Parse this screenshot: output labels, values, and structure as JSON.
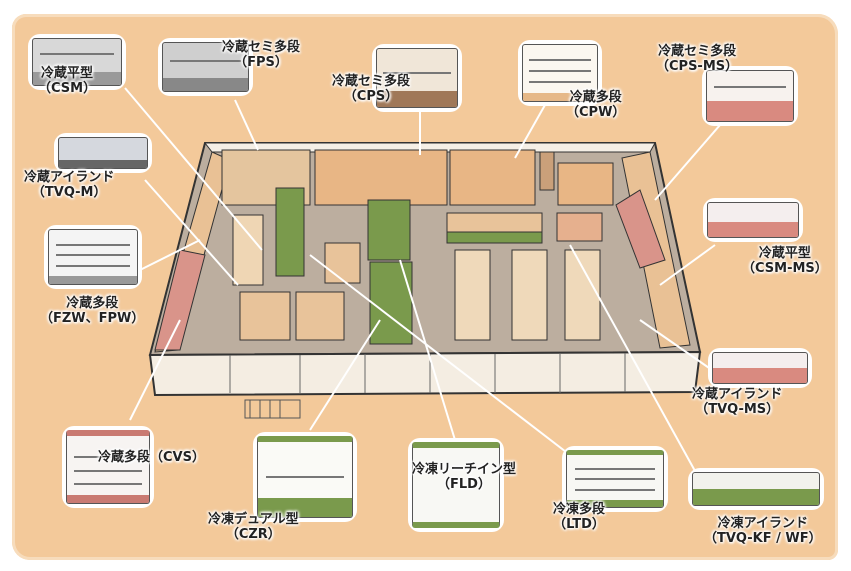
{
  "colors": {
    "background": "#f3c99a",
    "wood": "#e6b888",
    "frozen_green": "#7a9a4c",
    "chilled_pink": "#d98a80",
    "floor": "#b9a99a"
  },
  "callouts": [
    {
      "id": "csm",
      "name": "冷蔵平型",
      "model": "（CSM）",
      "tone": "gray"
    },
    {
      "id": "fps",
      "name": "冷蔵セミ多段",
      "model": "（FPS）",
      "tone": "gray"
    },
    {
      "id": "cps",
      "name": "冷蔵セミ多段",
      "model": "（CPS）",
      "tone": "wood"
    },
    {
      "id": "cpw",
      "name": "冷蔵多段",
      "model": "（CPW）",
      "tone": "wood"
    },
    {
      "id": "cps-ms",
      "name": "冷蔵セミ多段",
      "model": "（CPS-MS）",
      "tone": "pink"
    },
    {
      "id": "tvq-m",
      "name": "冷蔵アイランド",
      "model": "（TVQ-M）",
      "tone": "gray"
    },
    {
      "id": "csm-ms",
      "name": "冷蔵平型",
      "model": "（CSM-MS）",
      "tone": "pink"
    },
    {
      "id": "fzw-fpw",
      "name": "冷蔵多段",
      "model": "（FZW、FPW）",
      "tone": "gray"
    },
    {
      "id": "tvq-ms",
      "name": "冷蔵アイランド",
      "model": "（TVQ-MS）",
      "tone": "pink"
    },
    {
      "id": "cvs",
      "name": "冷蔵多段（CVS）",
      "model": "",
      "tone": "pink"
    },
    {
      "id": "czr",
      "name": "冷凍デュアル型",
      "model": "（CZR）",
      "tone": "green"
    },
    {
      "id": "fld",
      "name": "冷凍リーチイン型",
      "model": "（FLD）",
      "tone": "green"
    },
    {
      "id": "ltd",
      "name": "冷凍多段",
      "model": "（LTD）",
      "tone": "green"
    },
    {
      "id": "tvq-kf-wf",
      "name": "冷凍アイランド",
      "model": "（TVQ-KF / WF）",
      "tone": "green"
    }
  ]
}
